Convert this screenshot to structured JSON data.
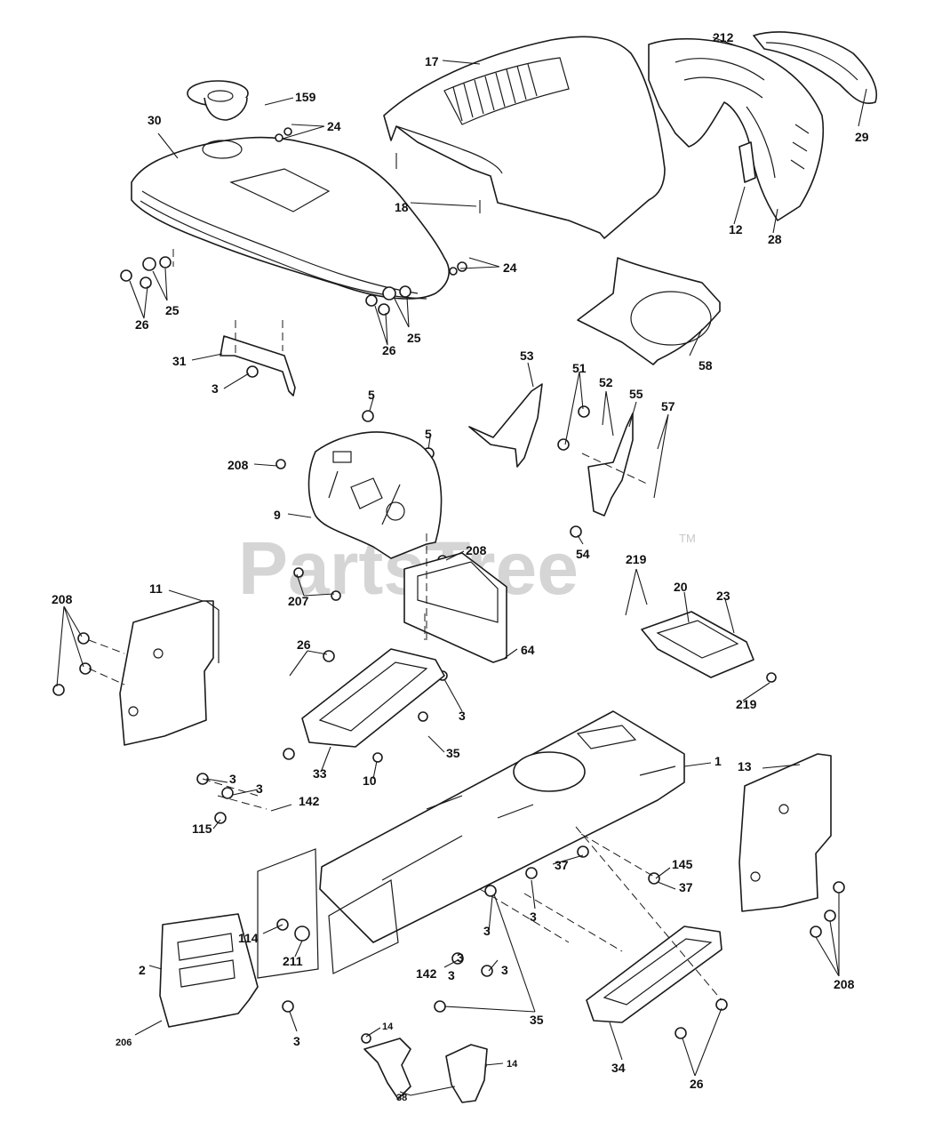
{
  "watermark": {
    "text": "PartsTree",
    "trademark": "TM"
  },
  "labels": {
    "l17": "17",
    "l212": "212",
    "l159": "159",
    "l24a": "24",
    "l30": "30",
    "l29": "29",
    "l18": "18",
    "l12": "12",
    "l28": "28",
    "l24b": "24",
    "l25a": "25",
    "l26a": "26",
    "l25b": "25",
    "l26b": "26",
    "l31": "31",
    "l3a": "3",
    "l58": "58",
    "l53": "53",
    "l51": "51",
    "l52": "52",
    "l55": "55",
    "l57": "57",
    "l5a": "5",
    "l5b": "5",
    "l208a": "208",
    "l9": "9",
    "l54": "54",
    "l208b": "208",
    "l207": "207",
    "l219a": "219",
    "l20": "20",
    "l23": "23",
    "l208c": "208",
    "l11": "11",
    "l64": "64",
    "l26c": "26",
    "l3b": "3",
    "l219b": "219",
    "l35a": "35",
    "l33": "33",
    "l10": "10",
    "l1": "1",
    "l13": "13",
    "l3c": "3",
    "l3d": "3",
    "l142a": "142",
    "l115": "115",
    "l37a": "37",
    "l145": "145",
    "l37b": "37",
    "l3e": "3",
    "l3f": "3",
    "l114": "114",
    "l211": "211",
    "l3g": "3",
    "l142b": "142",
    "l3h": "3",
    "l3i": "3",
    "l2": "2",
    "l208d": "208",
    "l35b": "35",
    "l206": "206",
    "l3j": "3",
    "l14a": "14",
    "l14b": "14",
    "l34": "34",
    "l26d": "26",
    "l38": "38"
  }
}
